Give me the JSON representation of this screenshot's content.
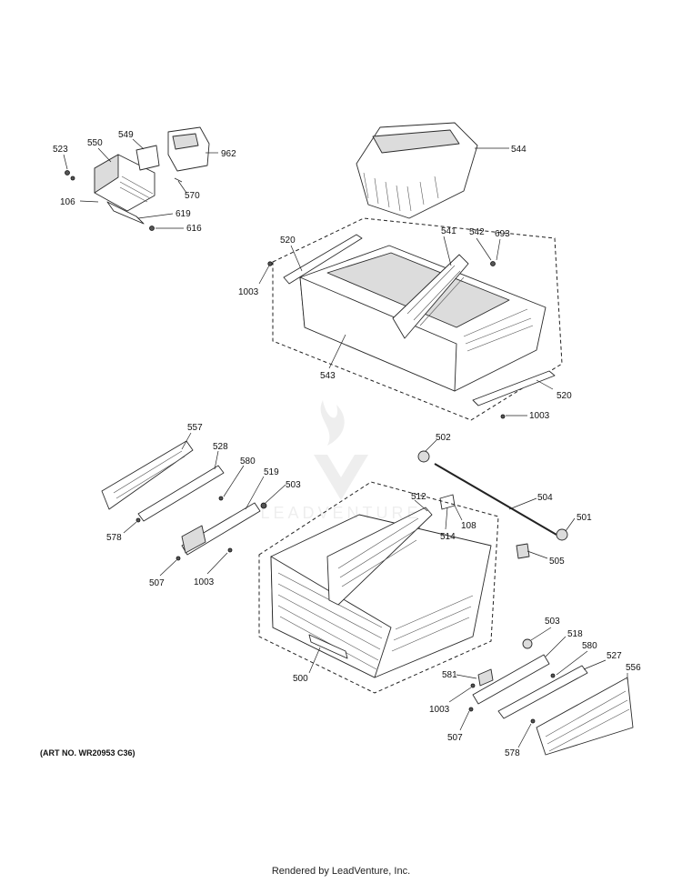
{
  "art_number": "(ART NO. WR20953 C36)",
  "footer": "Rendered by LeadVenture, Inc.",
  "watermark": "LEADVENTURE",
  "callouts": {
    "c523": "523",
    "c550": "550",
    "c549": "549",
    "c962": "962",
    "c106": "106",
    "c570": "570",
    "c619": "619",
    "c616": "616",
    "c544": "544",
    "c520a": "520",
    "c541": "541",
    "c542": "542",
    "c693": "693",
    "c1003a": "1003",
    "c543": "543",
    "c520b": "520",
    "c1003b": "1003",
    "c557": "557",
    "c528": "528",
    "c580a": "580",
    "c519": "519",
    "c503a": "503",
    "c578a": "578",
    "c507a": "507",
    "c1003c": "1003",
    "c502": "502",
    "c512": "512",
    "c514": "514",
    "c108": "108",
    "c504": "504",
    "c501": "501",
    "c505": "505",
    "c500": "500",
    "c503b": "503",
    "c518": "518",
    "c580b": "580",
    "c527": "527",
    "c556": "556",
    "c581": "581",
    "c1003d": "1003",
    "c507b": "507",
    "c578b": "578"
  }
}
